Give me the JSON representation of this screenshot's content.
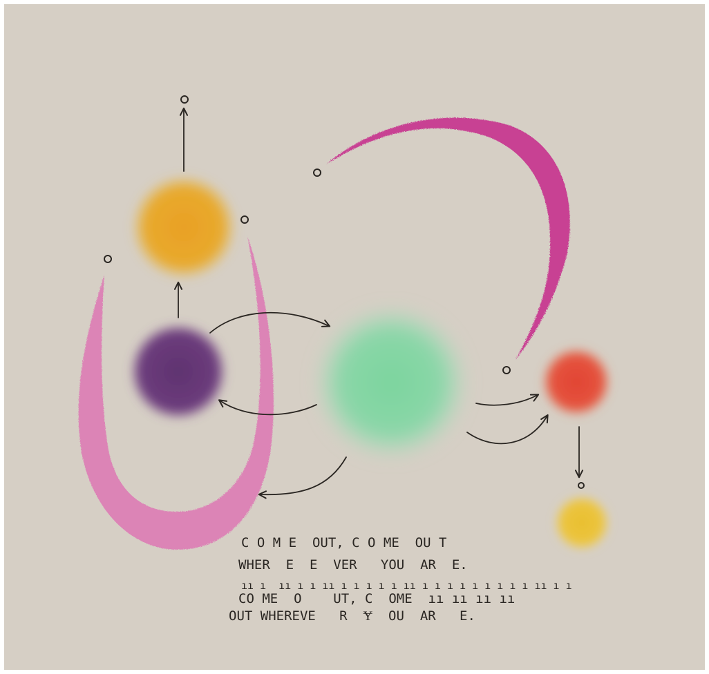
{
  "artwork": {
    "paper_color": "#d9d2c8",
    "ink_color": "#2a2622",
    "poem_lines": [
      "C O M E  OUT, C O ME  OU T",
      "WHER  E  E  VER   YOU  AR  E.",
      "ıı ı  ıı ı ı ıı ı ı ı ı ı ıı ı ı ı ı ı ı ı ı ı ıı ı ı",
      "CO ME  O    UT, C  OME  ıı ıı ıı ıı",
      "OUT WHEREVE   R  Ɏ  OU  AR   E."
    ],
    "blobs": [
      {
        "name": "yellow-sun",
        "color": "#e8a62a"
      },
      {
        "name": "purple-planet",
        "color": "#6a3a7a"
      },
      {
        "name": "green-planet",
        "color": "#7fd3a0"
      },
      {
        "name": "red-planet",
        "color": "#e04a38"
      },
      {
        "name": "small-yellow-planet",
        "color": "#ecc23a"
      },
      {
        "name": "magenta-crescent",
        "color": "#c7358f"
      },
      {
        "name": "pink-u-crescent",
        "color": "#dd7bb5"
      }
    ]
  }
}
